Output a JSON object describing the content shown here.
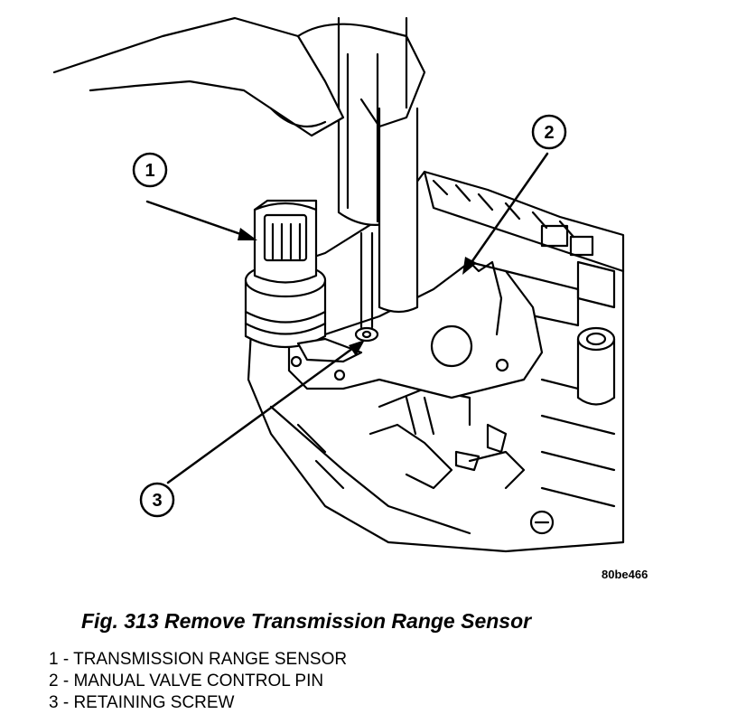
{
  "callouts": [
    {
      "number": "1"
    },
    {
      "number": "2"
    },
    {
      "number": "3"
    }
  ],
  "figure_code": "80be466",
  "caption": "Fig. 313 Remove Transmission Range Sensor",
  "legend": [
    "1 - TRANSMISSION RANGE SENSOR",
    "2 - MANUAL VALVE CONTROL PIN",
    "3 - RETAINING SCREW"
  ]
}
